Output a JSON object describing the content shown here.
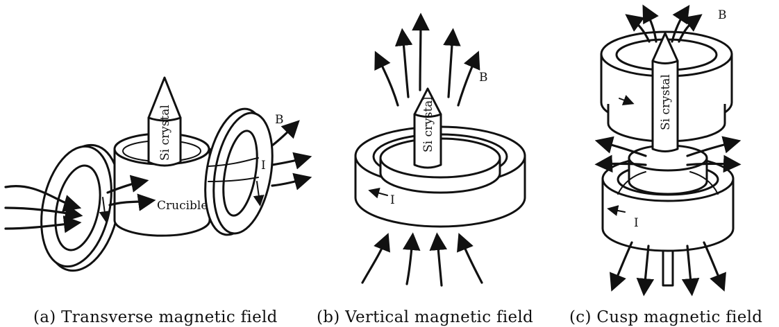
{
  "panels": [
    {
      "id": "a",
      "caption": "(a) Transverse magnetic field",
      "labels": {
        "crystal": "Si crystal",
        "crucible": "Crucible",
        "field": "B",
        "current": "I"
      }
    },
    {
      "id": "b",
      "caption": "(b) Vertical magnetic field",
      "labels": {
        "crystal": "Si crystal",
        "field": "B",
        "current": "I"
      }
    },
    {
      "id": "c",
      "caption": "(c) Cusp magnetic field",
      "labels": {
        "crystal": "Si crystal",
        "field": "B",
        "current": "I"
      }
    }
  ]
}
